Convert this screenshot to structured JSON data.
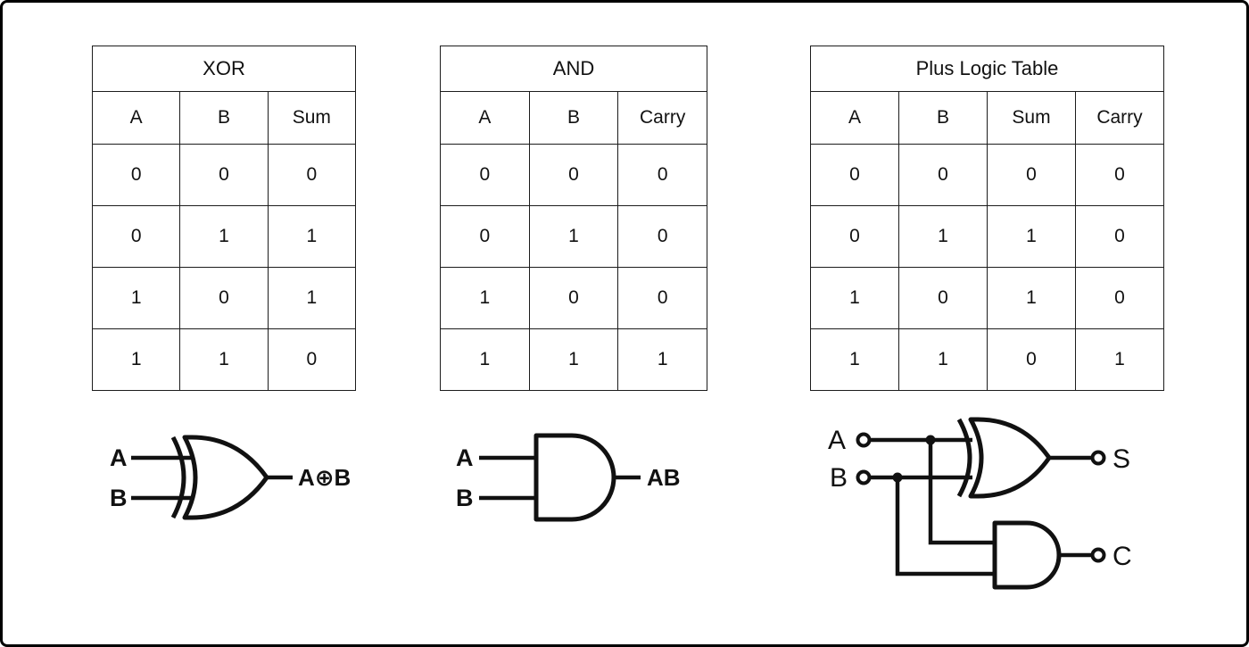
{
  "tables": [
    {
      "title": "XOR",
      "headers": [
        "A",
        "B",
        "Sum"
      ],
      "rows": [
        [
          "0",
          "0",
          "0"
        ],
        [
          "0",
          "1",
          "1"
        ],
        [
          "1",
          "0",
          "1"
        ],
        [
          "1",
          "1",
          "0"
        ]
      ]
    },
    {
      "title": "AND",
      "headers": [
        "A",
        "B",
        "Carry"
      ],
      "rows": [
        [
          "0",
          "0",
          "0"
        ],
        [
          "0",
          "1",
          "0"
        ],
        [
          "1",
          "0",
          "0"
        ],
        [
          "1",
          "1",
          "1"
        ]
      ]
    },
    {
      "title": "Plus Logic Table",
      "headers": [
        "A",
        "B",
        "Sum",
        "Carry"
      ],
      "rows": [
        [
          "0",
          "0",
          "0",
          "0"
        ],
        [
          "0",
          "1",
          "1",
          "0"
        ],
        [
          "1",
          "0",
          "1",
          "0"
        ],
        [
          "1",
          "1",
          "0",
          "1"
        ]
      ]
    }
  ],
  "gates": {
    "xor": {
      "label_a": "A",
      "label_b": "B",
      "output_label": "A⊕B"
    },
    "and": {
      "label_a": "A",
      "label_b": "B",
      "output_label": "AB"
    },
    "half_adder": {
      "label_a": "A",
      "label_b": "B",
      "label_sum": "S",
      "label_carry": "C"
    }
  }
}
